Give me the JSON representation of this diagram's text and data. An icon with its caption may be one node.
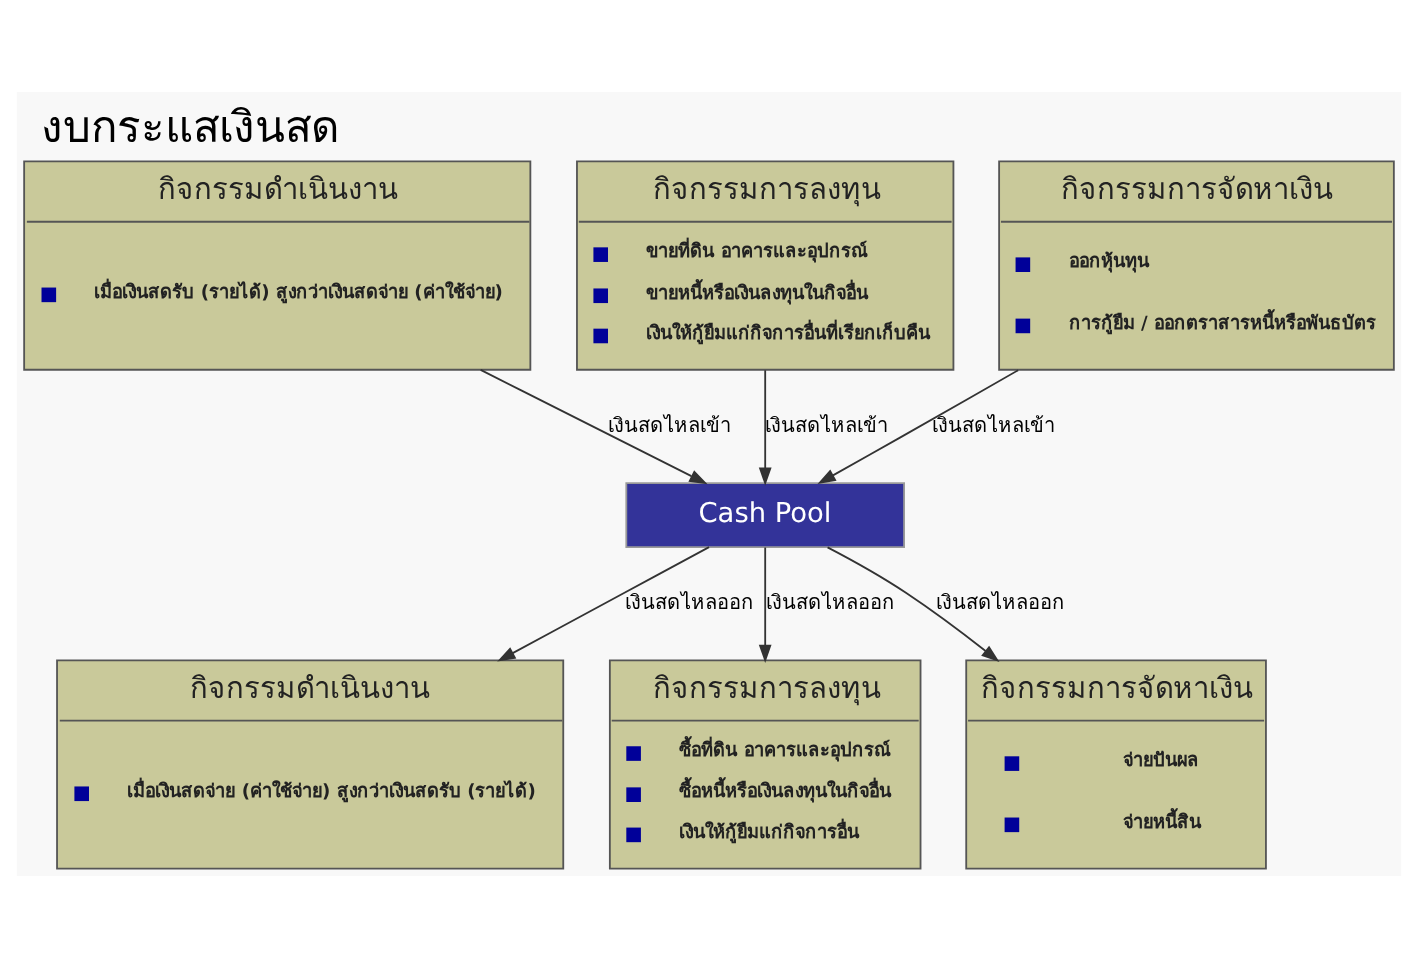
{
  "diagram": {
    "title": "งบกระแสเงินสด",
    "nodes": [
      {
        "text": [
          "กิจกรรมดำเนินงาน",
          "เมื่อเงินสดรับ (รายได้) สูงกว่าเงินสดจ่าย (ค่าใช้จ่าย)"
        ]
      },
      {
        "text": [
          "กิจกรรมการลงทุน",
          "ขายที่ดิน อาคารและอุปกรณ์",
          "ขายหนี้หรือเงินลงทุนในกิจอื่น",
          "เงินให้กู้ยืมแก่กิจการอื่นที่เรียกเก็บคืน"
        ]
      },
      {
        "text": [
          "กิจกรรมการจัดหาเงิน",
          "ออกหุ้นทุน",
          "การกู้ยืม / ออกตราสารหนี้หรือพันธบัตร"
        ]
      },
      {
        "text": [
          "Cash Pool"
        ]
      },
      {
        "text": [
          "กิจกรรมดำเนินงาน",
          "เมื่อเงินสดจ่าย (ค่าใช้จ่าย) สูงกว่าเงินสดรับ (รายได้)"
        ]
      },
      {
        "text": [
          "กิจกรรมการลงทุน",
          "ซื้อที่ดิน อาคารและอุปกรณ์",
          "ซื้อหนี้หรือเงินลงทุนในกิจอื่น",
          "เงินให้กู้ยืมแก่กิจการอื่น"
        ]
      },
      {
        "text": [
          "กิจกรรมการจัดหาเงิน",
          "จ่ายปันผล",
          "จ่ายหนี้สิน"
        ]
      }
    ],
    "edges": [
      {
        "from": 0,
        "to": 3,
        "arrow": "to",
        "label": "เงินสดไหลเข้า"
      },
      {
        "from": 1,
        "to": 3,
        "arrow": "to",
        "label": "เงินสดไหลเข้า"
      },
      {
        "from": 2,
        "to": 3,
        "arrow": "to",
        "label": "เงินสดไหลเข้า"
      },
      {
        "from": 3,
        "to": 4,
        "arrow": "to",
        "label": "เงินสดไหลออก"
      },
      {
        "from": 3,
        "to": 5,
        "arrow": "to",
        "label": "เงินสดไหลออก"
      },
      {
        "from": 3,
        "to": 6,
        "arrow": "to",
        "label": "เงินสดไหลออก"
      }
    ]
  }
}
